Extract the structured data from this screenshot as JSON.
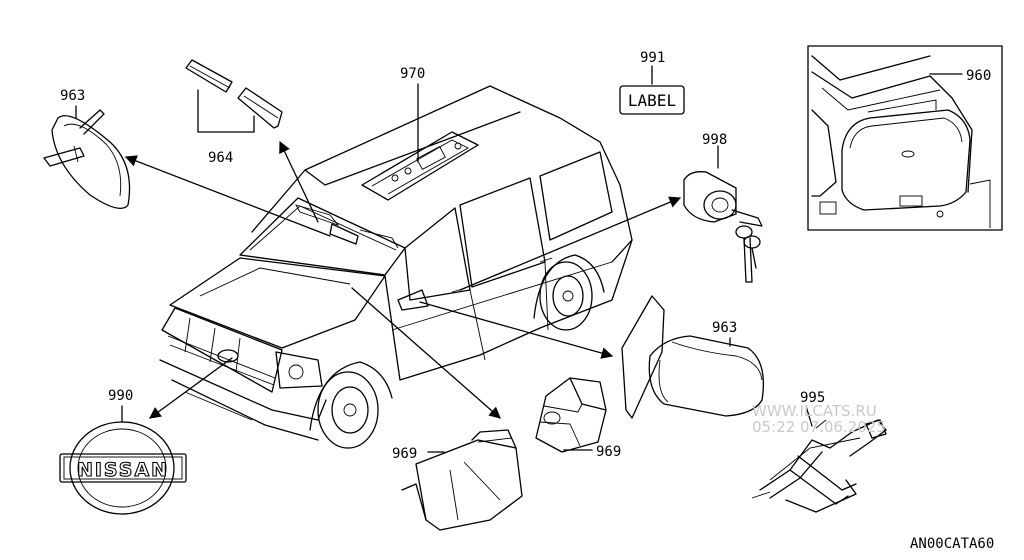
{
  "diagram": {
    "drawing_id": "AN00CATA60",
    "callouts": {
      "c960": "960",
      "c963_mirror": "963",
      "c963_outer": "963",
      "c964": "964",
      "c969_console": "969",
      "c969_box": "969",
      "c970": "970",
      "c990": "990",
      "c991": "991",
      "c995": "995",
      "c998": "998"
    },
    "label_tag_text": "LABEL",
    "emblem_text": "NISSAN",
    "watermark": {
      "site": "WWW.ILCATS.RU",
      "timestamp": "05:22 07.06.2025"
    }
  }
}
